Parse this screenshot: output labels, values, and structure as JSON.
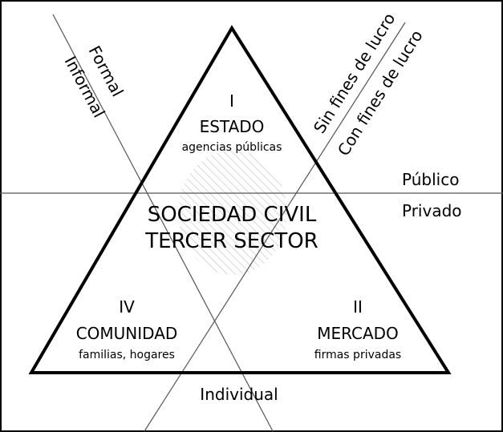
{
  "diagram": {
    "lines": {
      "formal_label": "Formal",
      "informal_label": "Informal",
      "non_profit_label": "Sin fines de lucro",
      "for_profit_label": "Con fines de lucro",
      "public_label": "Público",
      "private_label": "Privado",
      "individual_label": "Individual"
    },
    "state": {
      "numeral": "I",
      "name": "ESTADO",
      "subtitle": "agencias públicas"
    },
    "civil_society": {
      "line1": "SOCIEDAD CIVIL",
      "line2": "TERCER SECTOR"
    },
    "community": {
      "numeral": "IV",
      "name": "COMUNIDAD",
      "subtitle": "familias, hogares"
    },
    "market": {
      "numeral": "II",
      "name": "MERCADO",
      "subtitle": "firmas privadas"
    }
  },
  "colors": {
    "line": "#000000",
    "thin_line": "#555555",
    "hatch": "#c8c8c8",
    "background": "#ffffff"
  }
}
